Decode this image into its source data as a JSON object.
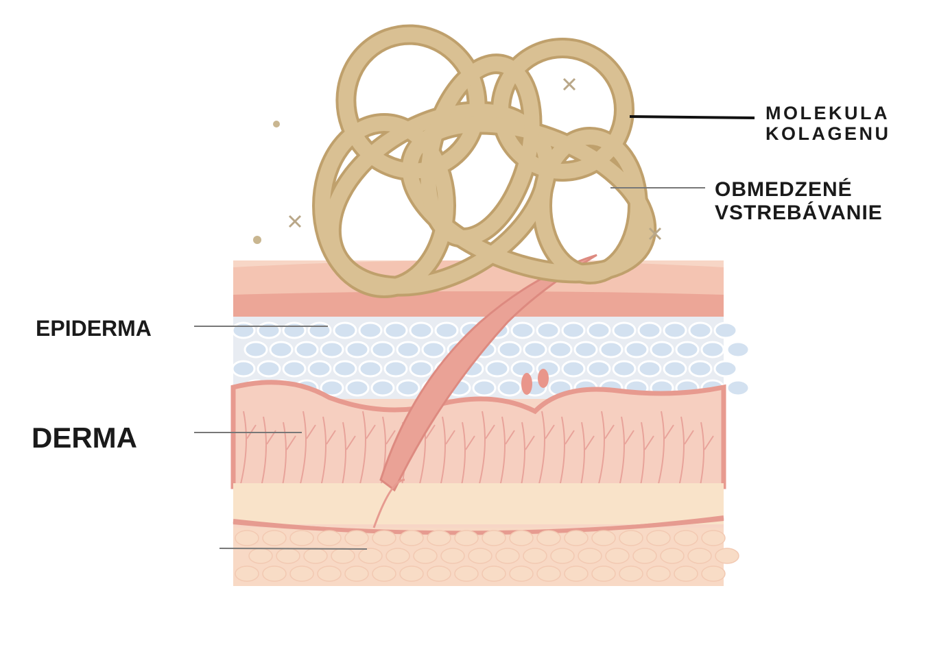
{
  "labels": {
    "collagen_line1": "MOLEKULA",
    "collagen_line2": "KOLAGENU",
    "absorption_line1": "OBMEDZENÉ",
    "absorption_line2": "VSTREBÁVANIE",
    "epidermis": "EPIDERMA",
    "dermis": "DERMA"
  },
  "colors": {
    "collagen": "#d8bf8f",
    "collagen_edge": "#bfa06c",
    "skin_top": "#f4c7b5",
    "skin_band": "#eea79a",
    "cells": "#dde6f1",
    "dermis": "#f6d3c2",
    "fat": "#f8e4c8"
  }
}
